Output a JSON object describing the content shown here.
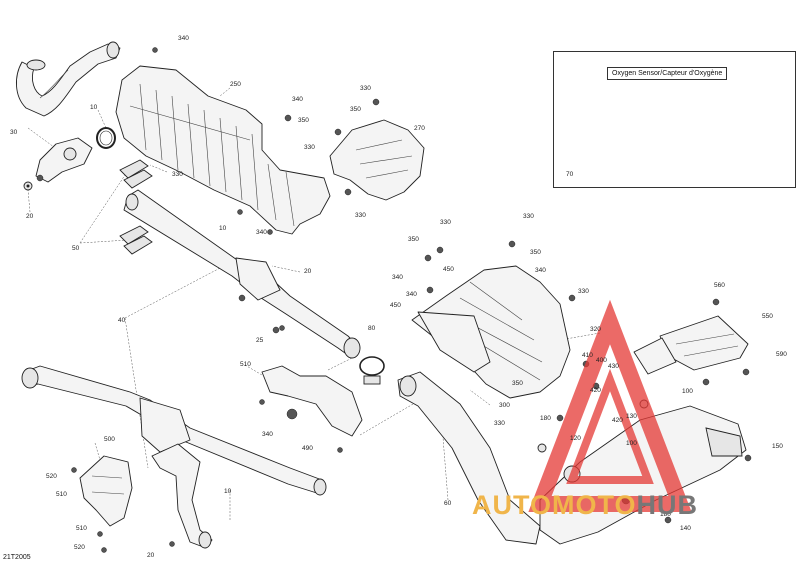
{
  "diagram_code": "21T2005",
  "inset": {
    "title": "Oxygen Sensor/Capteur d'Oxygène",
    "ref": "70"
  },
  "watermark": {
    "part1": "AUTOMOTO",
    "part2": "HUB",
    "accent_color": "#e53935",
    "gold_color": "#f0b54a"
  },
  "callouts": {
    "c340a": "340",
    "c30": "30",
    "c10a": "10",
    "c20a": "20",
    "c250": "250",
    "c340b": "340",
    "c350a": "350",
    "c330a": "330",
    "c350b": "350",
    "c270": "270",
    "c330b": "330",
    "c330c": "330",
    "c330d": "330",
    "c50": "50",
    "c340c": "340",
    "c10b": "10",
    "c20b": "20",
    "c40": "40",
    "c25": "25",
    "c80": "80",
    "c330e": "330",
    "c330f": "330",
    "c350c": "350",
    "c350d": "350",
    "c340d": "340",
    "c450a": "450",
    "c340e": "340",
    "c340f": "340",
    "c450b": "450",
    "c330g": "330",
    "c320": "320",
    "c550": "550",
    "c560": "560",
    "c590": "590",
    "c510a": "510",
    "c340g": "340",
    "c490": "490",
    "c350e": "350",
    "c300": "300",
    "c330h": "330",
    "c410": "410",
    "c400": "400",
    "c430": "430",
    "c420a": "420",
    "c420b": "420",
    "c130": "130",
    "c100a": "100",
    "c180a": "180",
    "c120": "120",
    "c100b": "100",
    "c150": "150",
    "c180b": "180",
    "c140": "140",
    "c60": "60",
    "c500": "500",
    "c520a": "520",
    "c510b": "510",
    "c10c": "10",
    "c510c": "510",
    "c520b": "520",
    "c20c": "20"
  }
}
